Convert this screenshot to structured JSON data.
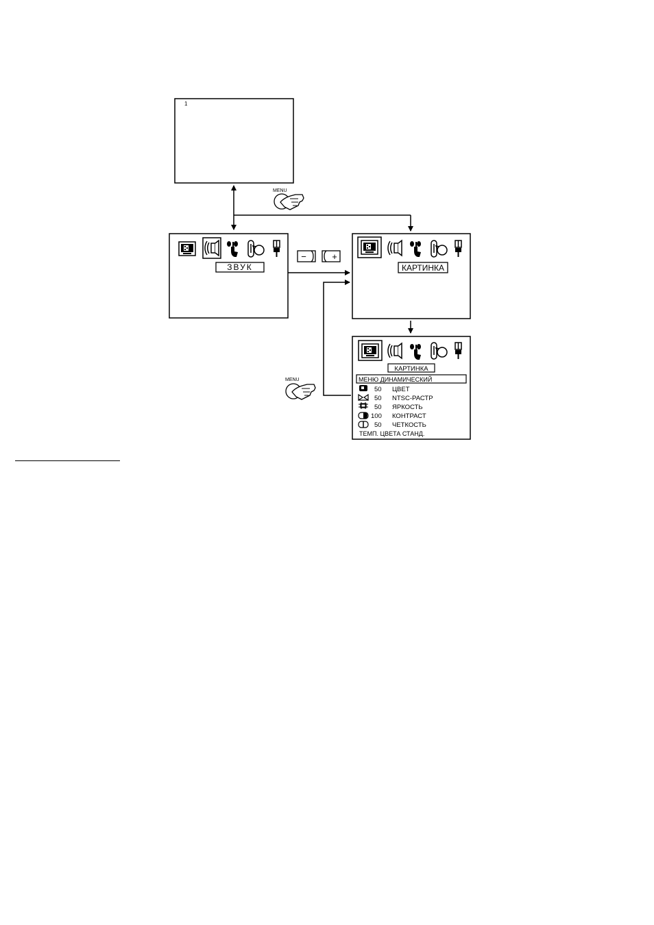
{
  "tv_screen": {
    "channel_number": "1"
  },
  "menu_button_label": "MENU",
  "volume_buttons": {
    "minus": "−",
    "plus": "+"
  },
  "sound_menu": {
    "title": "ЗВУК"
  },
  "picture_menu": {
    "title": "КАРТИНКА"
  },
  "picture_menu_expanded": {
    "title": "КАРТИНКА",
    "mode_line": "МЕНЮ ДИНАМИЧЕСКИЙ",
    "items": [
      {
        "icon": "color-icon",
        "value": "50",
        "label": "ЦВЕТ"
      },
      {
        "icon": "ntsc-tint-icon",
        "value": "50",
        "label": "NTSC-РАСТР"
      },
      {
        "icon": "brightness-icon",
        "value": "50",
        "label": "ЯРКОСТЬ"
      },
      {
        "icon": "contrast-icon",
        "value": "100",
        "label": "КОНТРАСТ"
      },
      {
        "icon": "sharpness-icon",
        "value": "50",
        "label": "ЧЕТКОСТЬ"
      }
    ],
    "color_temp_line": "ТЕМП. ЦВЕТА СТАНД."
  },
  "menu_icons": [
    "picture-icon",
    "sound-icon",
    "features-icon",
    "setup-icon",
    "plug-icon"
  ]
}
